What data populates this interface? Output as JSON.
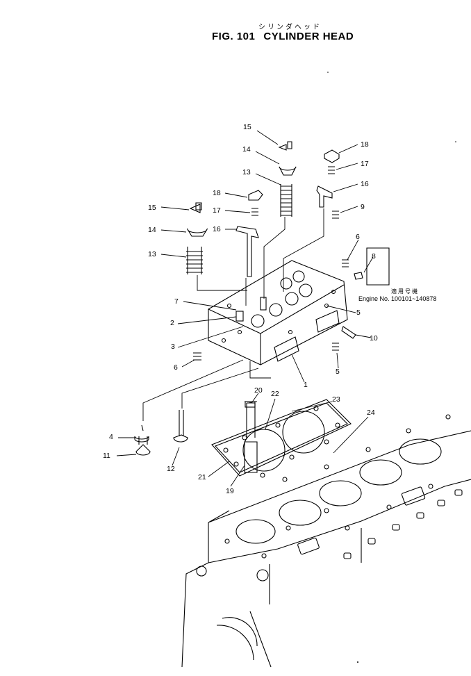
{
  "figure": {
    "number": "FIG. 101",
    "title": "CYLINDER HEAD",
    "title_japanese": "シリンダヘッド"
  },
  "applicability": {
    "label_japanese": "適用号機",
    "engine_range": "Engine No. 100101~140878"
  },
  "callouts": [
    {
      "id": "cl-15a",
      "num": "15"
    },
    {
      "id": "cl-14a",
      "num": "14"
    },
    {
      "id": "cl-13a",
      "num": "13"
    },
    {
      "id": "cl-18a",
      "num": "18"
    },
    {
      "id": "cl-17a",
      "num": "17"
    },
    {
      "id": "cl-16a",
      "num": "16"
    },
    {
      "id": "cl-9",
      "num": "9"
    },
    {
      "id": "cl-18b",
      "num": "18"
    },
    {
      "id": "cl-17b",
      "num": "17"
    },
    {
      "id": "cl-16b",
      "num": "16"
    },
    {
      "id": "cl-15b",
      "num": "15"
    },
    {
      "id": "cl-14b",
      "num": "14"
    },
    {
      "id": "cl-13b",
      "num": "13"
    },
    {
      "id": "cl-6a",
      "num": "6"
    },
    {
      "id": "cl-8",
      "num": "8"
    },
    {
      "id": "cl-7",
      "num": "7"
    },
    {
      "id": "cl-5a",
      "num": "5"
    },
    {
      "id": "cl-2",
      "num": "2"
    },
    {
      "id": "cl-3",
      "num": "3"
    },
    {
      "id": "cl-10",
      "num": "10"
    },
    {
      "id": "cl-6b",
      "num": "6"
    },
    {
      "id": "cl-5b",
      "num": "5"
    },
    {
      "id": "cl-1",
      "num": "1"
    },
    {
      "id": "cl-20",
      "num": "20"
    },
    {
      "id": "cl-22",
      "num": "22"
    },
    {
      "id": "cl-23",
      "num": "23"
    },
    {
      "id": "cl-24",
      "num": "24"
    },
    {
      "id": "cl-4",
      "num": "4"
    },
    {
      "id": "cl-11",
      "num": "11"
    },
    {
      "id": "cl-12",
      "num": "12"
    },
    {
      "id": "cl-21",
      "num": "21"
    },
    {
      "id": "cl-19",
      "num": "19"
    }
  ]
}
